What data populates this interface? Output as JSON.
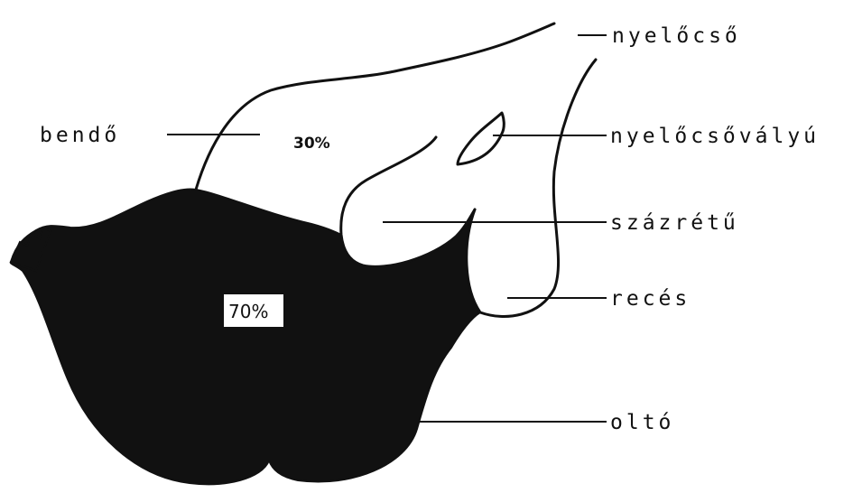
{
  "labels": {
    "esophagus": "nyelőcső",
    "rumen": "bendő",
    "esophageal_groove": "nyelőcsővályú",
    "omasum": "százrétű",
    "reticulum": "recés",
    "abomasum": "oltó"
  },
  "percentages": {
    "rumen": "30%",
    "abomasum": "70%"
  },
  "colors": {
    "ink": "#111111",
    "paper": "#ffffff"
  }
}
